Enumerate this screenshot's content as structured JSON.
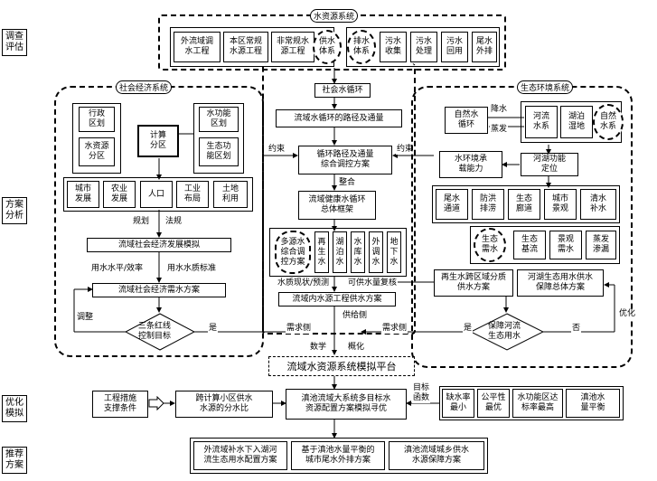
{
  "side_labels": {
    "survey": "调查\n评估",
    "plan": "方案\n分析",
    "optimize": "优化\n模拟",
    "recommend": "推荐\n方案"
  },
  "water_system": {
    "title": "水资源系统",
    "items": [
      "外流域调\n水工程",
      "本区常规\n水源工程",
      "非常规水\n源工程",
      "供水\n体系",
      "排水\n体系",
      "污水\n收集",
      "污水\n处理",
      "污水\n回用",
      "尾水\n外排"
    ]
  },
  "social_system": {
    "title": "社会经济系统",
    "admin": "行政\n区划",
    "water_zone": "水资源\n分区",
    "calc_zone": "计算\n分区",
    "func_zone": "水功能\n区划",
    "eco_zone": "生态功\n能区划",
    "sectors": [
      "城市\n发展",
      "农业\n发展",
      "人口",
      "工业\n布局",
      "土地\n利用"
    ],
    "rule_label": "规划",
    "law_label": "法规",
    "sim": "流域社会经济发展模拟",
    "water_rate": "用水水平/效率",
    "water_quality": "用水水质标准",
    "demand": "流域社会经济需水方案",
    "adjust": "调整",
    "redline": "三条红线\n控制目标",
    "yes_label": "是"
  },
  "center": {
    "social_cycle": "社会水循环",
    "path_flux": "流域水循环的路径及通量",
    "constraint_left": "约束",
    "constraint_right": "约束",
    "plan": "循环路径及通量\n综合调控方案",
    "integrate": "整合",
    "framework": "流域健康水循环\n总体框架",
    "multi_source": "多源水\n综合调\n控方案",
    "sources": [
      "再\n生\n水",
      "湖\n泊\n水",
      "水\n库\n水",
      "外\n调\n水",
      "地\n下\n水"
    ],
    "reuse_label": "水质现状/预测",
    "supply_label": "可供水量复核",
    "engineering": "流域内水源工程供水方案",
    "supply_side": "供给侧",
    "demand_left": "需求侧",
    "demand_right": "需求侧",
    "data_label": "数学",
    "concept_label": "概化",
    "platform": "流域水资源系统模拟平台"
  },
  "eco_system": {
    "title": "生态环境系统",
    "natural_cycle": "自然水\n循环",
    "rain": "降水",
    "evap": "蒸发",
    "river": "河流\n水系",
    "lake": "湖泊\n湿地",
    "nature": "自然\n水系",
    "carrying": "水环境承\n载能力",
    "lake_func": "河湖功能\n定位",
    "flows": [
      "尾水\n通道",
      "防洪\n排涝",
      "生态\n廊道",
      "城市\n景观",
      "清水\n补水"
    ],
    "eco_demand": "生态\n需水",
    "needs": [
      "生态\n基流",
      "景观\n需水",
      "蒸发\n渗漏"
    ],
    "reuse_plan": "再生水跨区域分质\n供水方案",
    "eco_plan": "河湖生态用水供水\n保障总体方案",
    "guarantee": "保障河流\n生态用水",
    "yes_label": "是",
    "no_label": "否",
    "opt_label": "优化"
  },
  "optimize": {
    "measures": "工程措施\n支撑条件",
    "transfer": "跨计算小区供水\n水源的分水比",
    "model": "滇池流域大系统多目标水\n资源配置方案模拟寻优",
    "objective_label": "目标\n函数",
    "objectives": [
      "缺水率\n最小",
      "公平性\n最优",
      "水功能区达\n标率最高",
      "滇池水\n量平衡"
    ]
  },
  "recommend": {
    "plans": [
      "外流域补水下入湖河\n流生态用水配置方案",
      "基于滇池水量平衡的\n城市尾水外排方案",
      "滇池流域城乡供水\n水源保障方案"
    ]
  }
}
